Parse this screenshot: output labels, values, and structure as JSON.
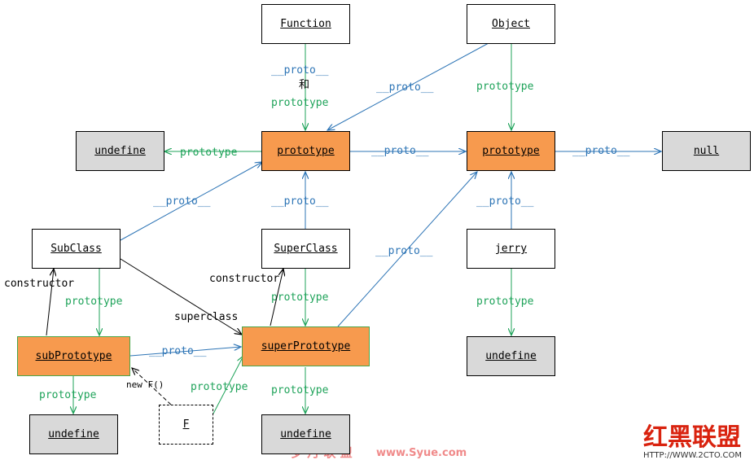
{
  "nodes": {
    "function": "Function",
    "object": "Object",
    "undefine_top": "undefine",
    "prototype_function": "prototype",
    "prototype_object": "prototype",
    "null": "null",
    "subclass": "SubClass",
    "superclass": "SuperClass",
    "jerry": "jerry",
    "subprototype": "subPrototype",
    "superprototype": "superPrototype",
    "undefine_jerry": "undefine",
    "undefine_sub": "undefine",
    "f": "F",
    "undefine_super": "undefine"
  },
  "edge_labels": {
    "proto": "__proto__",
    "prototype": "prototype",
    "and": "和",
    "constructor": "constructor",
    "superclass": "superclass",
    "new_f": "new F()"
  },
  "watermark": {
    "left": "岁 月 联 盟",
    "left_url": "www.Syue.com",
    "right": "红黑联盟",
    "right_url": "HTTP://WWW.2CTO.COM"
  },
  "colors": {
    "proto_edge": "#2e75b6",
    "prototype_edge": "#1fa35a",
    "plain_edge": "#000000",
    "prototype_node": "#f79a4e",
    "undefined_node": "#d9d9d9"
  }
}
